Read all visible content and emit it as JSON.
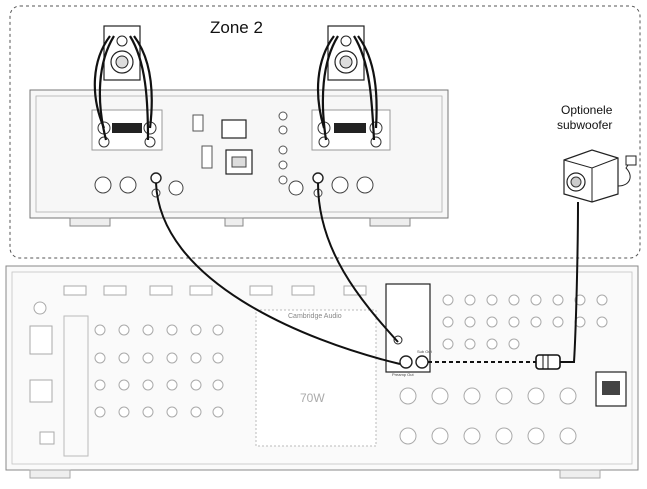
{
  "zone_label": "Zone 2",
  "subwoofer_label_line1": "Optionele",
  "subwoofer_label_line2": "subwoofer",
  "receiver_brand": "Cambridge Audio",
  "receiver_center_mark": "70W",
  "receiver_sub_out_label": "Sub Out",
  "receiver_preamp_label": "Preamp Out",
  "colors": {
    "line": "#222222",
    "faint": "#9a9a9a",
    "panel": "#f2f2f2",
    "cable": "#111111"
  }
}
